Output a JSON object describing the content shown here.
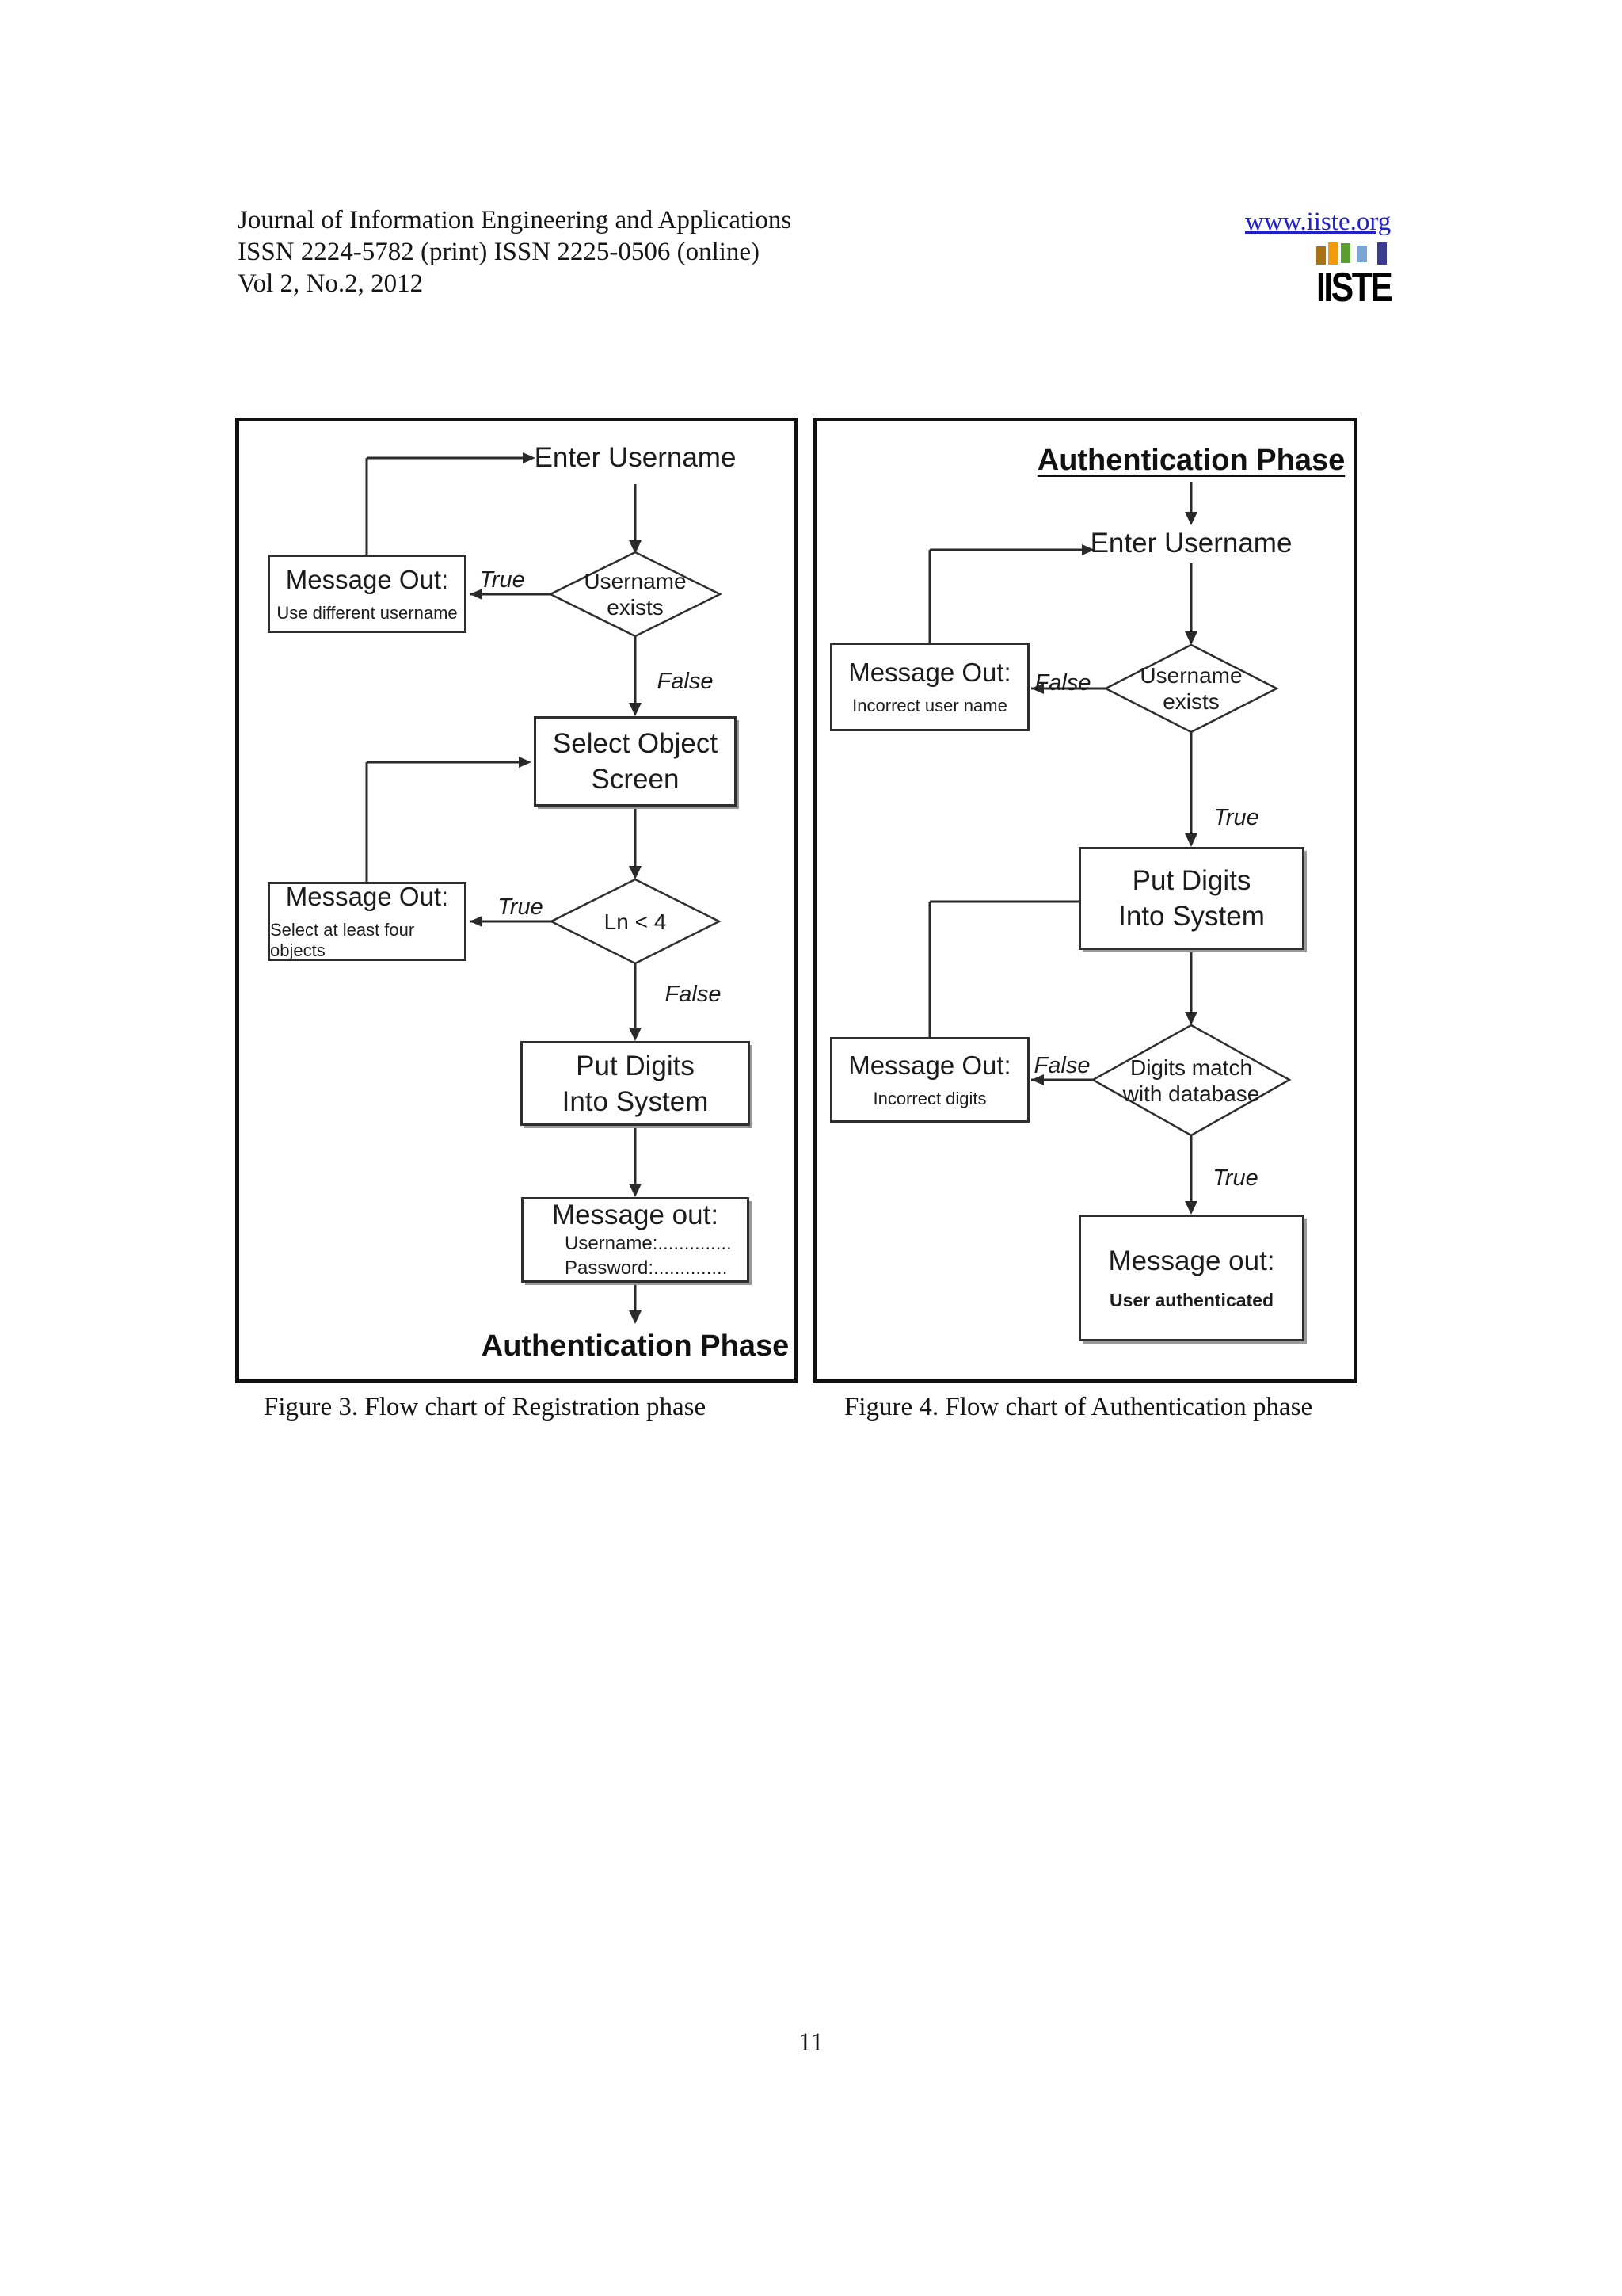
{
  "header": {
    "line1": "Journal of Information Engineering and Applications",
    "line2": "ISSN 2224-5782 (print) ISSN 2225-0506 (online)",
    "line3": "Vol 2, No.2, 2012",
    "website": "www.iiste.org",
    "link_color": "#2121cc",
    "logo": {
      "text": "IISTE",
      "bar_colors": [
        "#a87114",
        "#f29a0d",
        "#5a9e32",
        "#7aa7d4",
        "#3d3d8f"
      ]
    }
  },
  "figure3": {
    "caption": "Figure 3. Flow chart of Registration phase",
    "nodes": {
      "enter_username": "Enter Username",
      "decision1_line1": "Username",
      "decision1_line2": "exists",
      "true1": "True",
      "false1": "False",
      "msg1_title": "Message Out:",
      "msg1_sub": "Use different username",
      "select_line1": "Select Object",
      "select_line2": "Screen",
      "msg2_title": "Message Out:",
      "msg2_sub": "Select at least four objects",
      "true2": "True",
      "false2": "False",
      "decision2": "Ln < 4",
      "put_line1": "Put Digits",
      "put_line2": "Into System",
      "msgout_title": "Message out:",
      "msgout_user": "Username:..............",
      "msgout_pass": "Password:..............",
      "footer": "Authentication Phase"
    }
  },
  "figure4": {
    "caption": "Figure 4. Flow chart of Authentication phase",
    "title": "Authentication Phase",
    "nodes": {
      "enter_username": "Enter Username",
      "decision1_line1": "Username",
      "decision1_line2": "exists",
      "false1": "False",
      "true1": "True",
      "msg1_title": "Message Out:",
      "msg1_sub": "Incorrect user name",
      "put_line1": "Put Digits",
      "put_line2": "Into System",
      "decision2_line1": "Digits match",
      "decision2_line2": "with database",
      "false2": "False",
      "true2": "True",
      "msg2_title": "Message Out:",
      "msg2_sub": "Incorrect digits",
      "msgout_title": "Message out:",
      "msgout_sub": "User authenticated"
    }
  },
  "page_number": "11"
}
